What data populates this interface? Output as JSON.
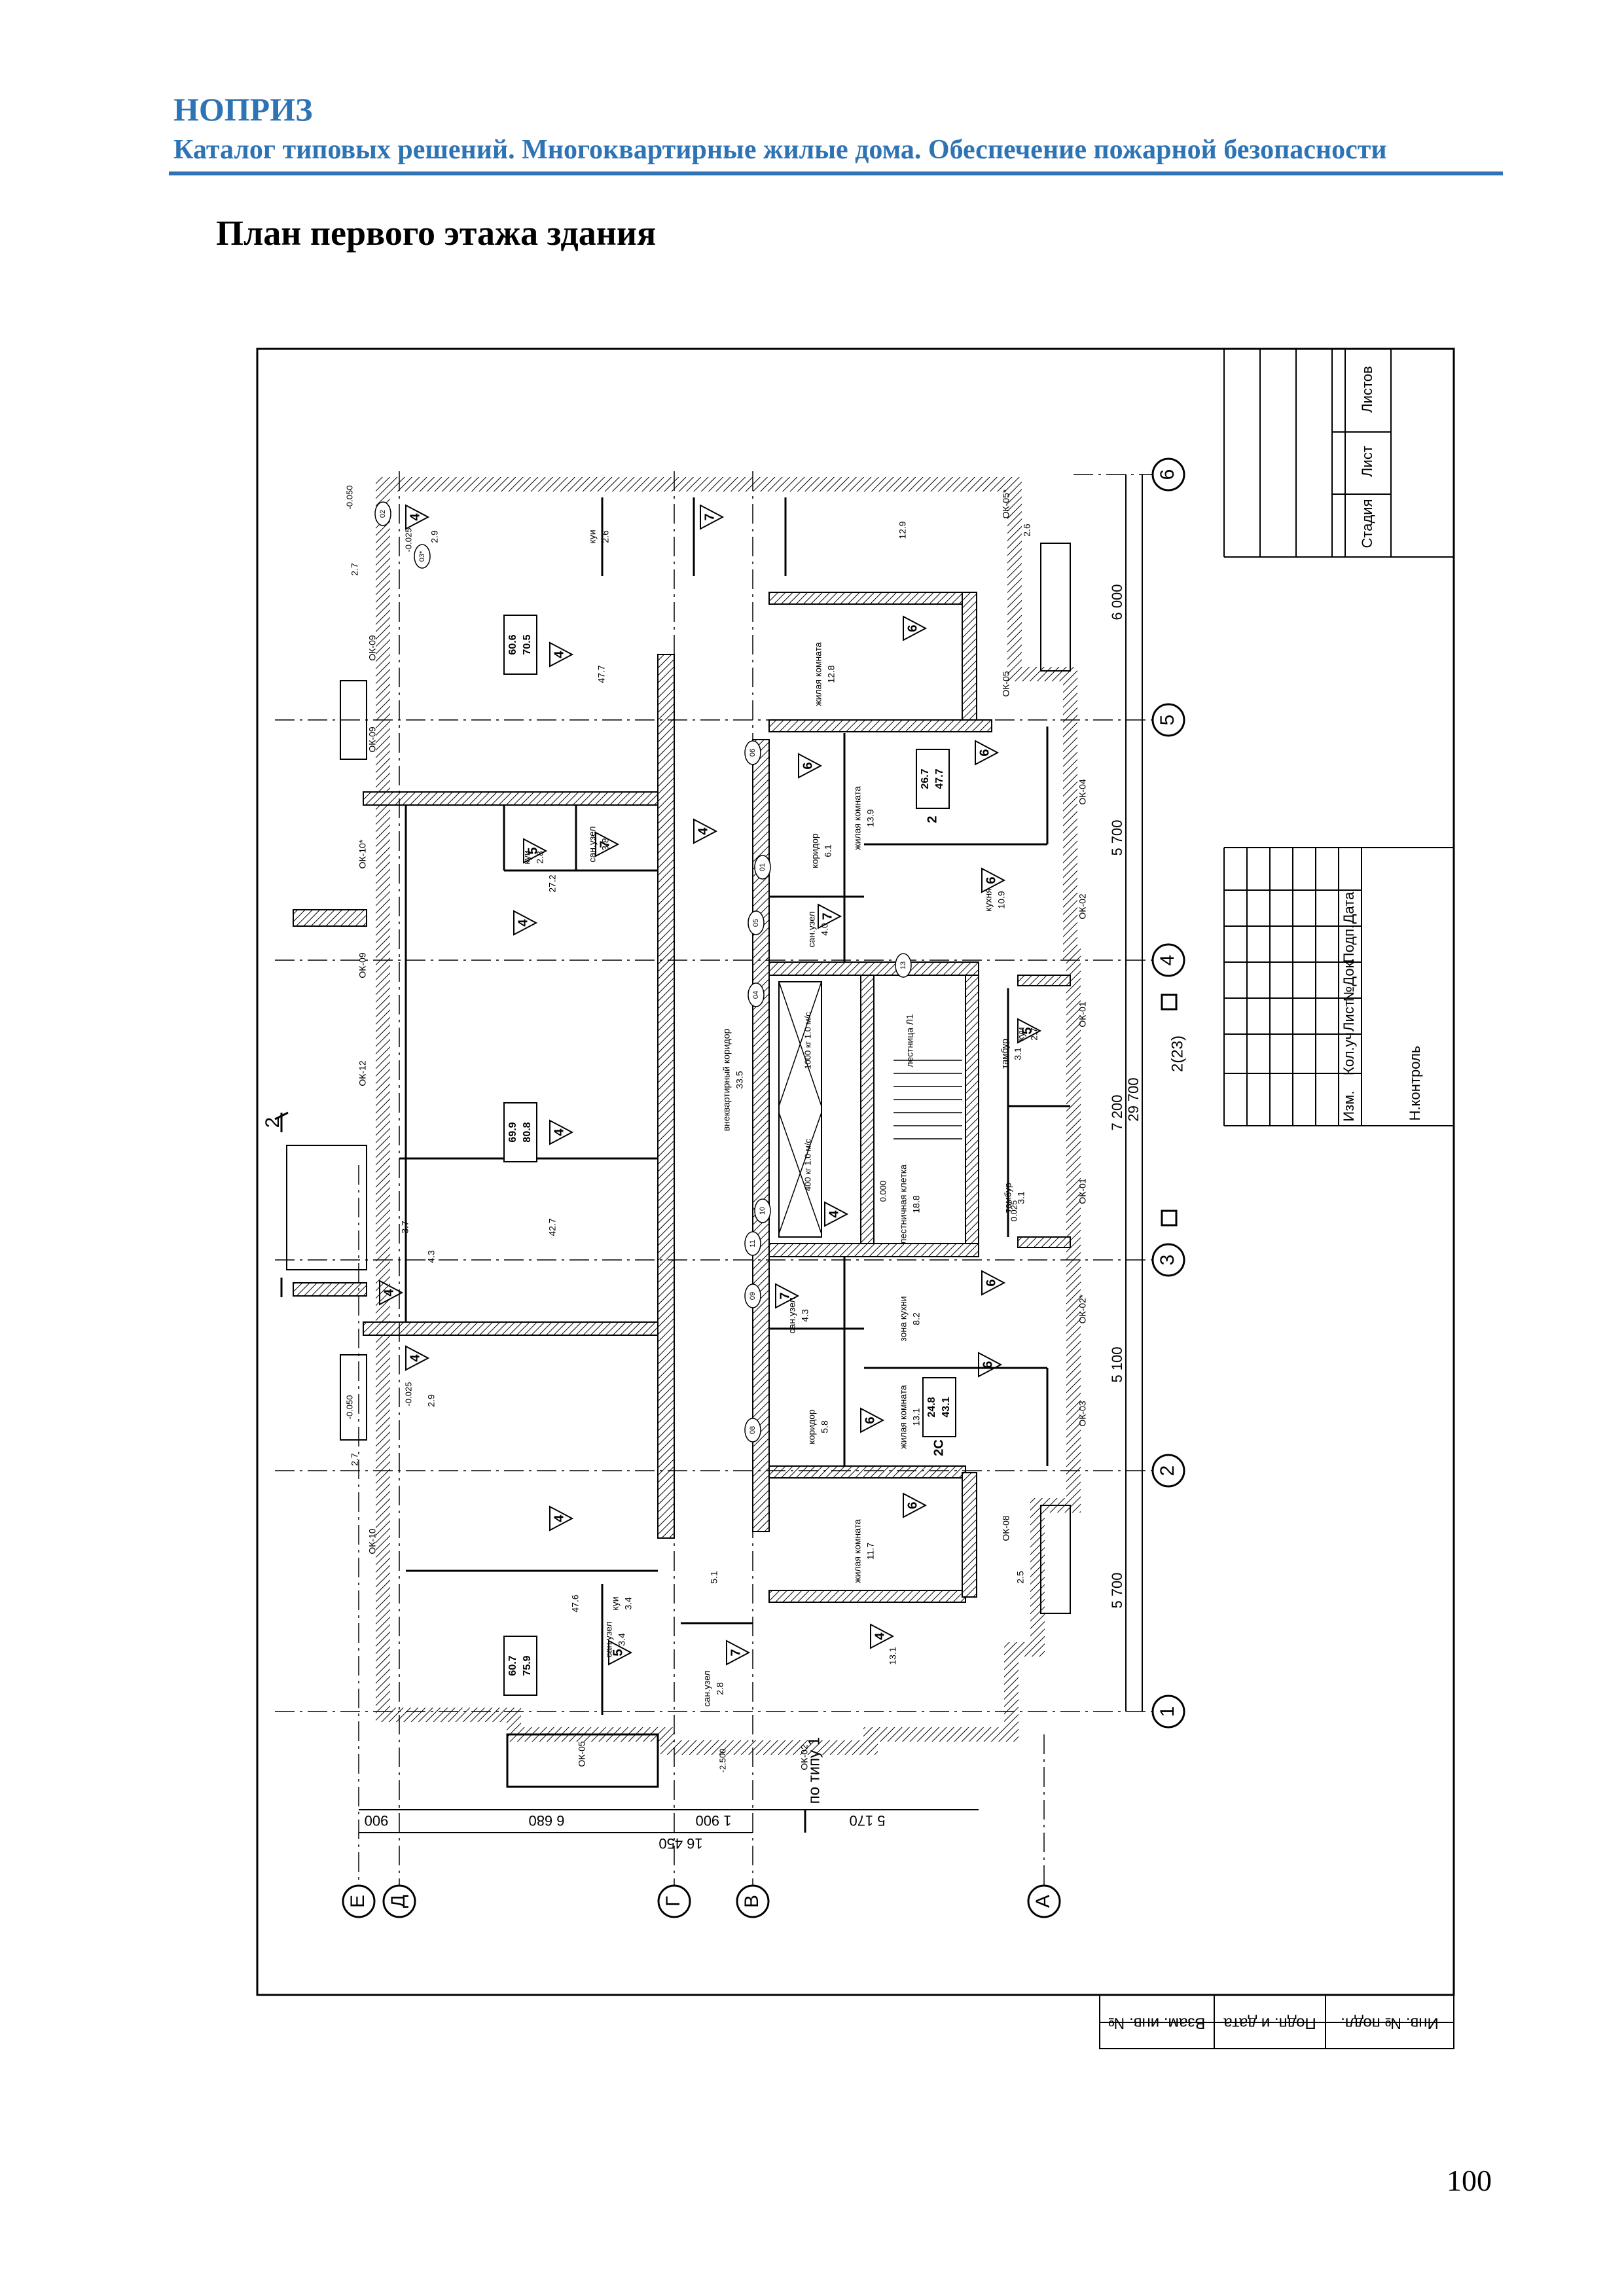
{
  "header": {
    "org": "НОПРИЗ",
    "subtitle": "Каталог типовых решений. Многоквартирные жилые дома. Обеспечение пожарной безопасности",
    "accent_color": "#2e74b5"
  },
  "page_title": "План первого этажа здания",
  "page_number": "100",
  "title_block": {
    "top_cells": [
      "Стадия",
      "Лист",
      "Листов"
    ],
    "bottom_cells": [
      "Изм.",
      "Кол.уч",
      "Лист",
      "№Док.",
      "Подп.",
      "Дата"
    ],
    "control": "Н.контроль"
  },
  "side_stamp": [
    "Инв. № подл.",
    "Подп. и дата",
    "Взам. инв. №"
  ],
  "plan": {
    "axes_numbers": [
      "1",
      "2",
      "3",
      "4",
      "5",
      "6"
    ],
    "axes_letters": [
      "Е",
      "Д",
      "Г",
      "В",
      "А"
    ],
    "dims_bottom": [
      "900",
      "6 680",
      "1 900",
      "5 170",
      "16 450"
    ],
    "dims_right": [
      "6 000",
      "5 700",
      "7 200",
      "5 100",
      "5 700",
      "29 700"
    ],
    "section_label": "по типу 1",
    "section_mark": "2",
    "section_ref": "2(23)",
    "rooms": [
      {
        "name": "внеквартирный коридор",
        "area": "33.5"
      },
      {
        "name": "лестница Л1",
        "area": ""
      },
      {
        "name": "лестничная клетка",
        "area": "18.8"
      },
      {
        "name": "жилая комната",
        "area": "12.8"
      },
      {
        "name": "жилая комната",
        "area": "13.9"
      },
      {
        "name": "кухня",
        "area": "10.9"
      },
      {
        "name": "коридор",
        "area": "6.1"
      },
      {
        "name": "сан.узел",
        "area": "4.0"
      },
      {
        "name": "тамбур",
        "area": "3.1"
      },
      {
        "name": "тамбур",
        "area": "3.1"
      },
      {
        "name": "зона кухни",
        "area": "8.2"
      },
      {
        "name": "сан.узел",
        "area": "4.3"
      },
      {
        "name": "коридор",
        "area": "5.8"
      },
      {
        "name": "жилая комната",
        "area": "13.1"
      },
      {
        "name": "жилая комната",
        "area": "11.7"
      },
      {
        "name": "сан.узел",
        "area": "3.8"
      },
      {
        "name": "сан.узел",
        "area": "3.4"
      },
      {
        "name": "сан.узел",
        "area": "2.8"
      },
      {
        "name": "куи",
        "area": "2.6"
      },
      {
        "name": "куи",
        "area": "2.8"
      },
      {
        "name": "куи",
        "area": "2.7"
      },
      {
        "name": "куи",
        "area": "3.4"
      }
    ],
    "apartment_labels": [
      {
        "num": "60.6",
        "total": "70.5"
      },
      {
        "num": "69.9",
        "total": "80.8"
      },
      {
        "num": "60.7",
        "total": "75.9"
      },
      {
        "num": "26.7",
        "total": "47.7",
        "type": "2"
      },
      {
        "num": "24.8",
        "total": "43.1",
        "type": "2С"
      }
    ],
    "area_values": [
      "47.7",
      "27.2",
      "42.7",
      "47.6",
      "12.9",
      "13.1",
      "2.9",
      "2.9",
      "4.3",
      "3.7",
      "2.7",
      "2.7",
      "2.6",
      "2.5",
      "5.1"
    ],
    "levels": [
      "-0.050",
      "-0.025",
      "0.000",
      "0.025",
      "-2.500",
      "-0.050",
      "-0.025"
    ],
    "window_marks": [
      "ОК-05*",
      "ОК-05",
      "ОК-04",
      "ОК-02",
      "ОК-01",
      "ОК-01",
      "ОК-02*",
      "ОК-03",
      "ОК-08",
      "ОК-09",
      "ОК-09",
      "ОК-10*",
      "ОК-09",
      "ОК-12",
      "ОК-10",
      "ОК-05",
      "ОК-02"
    ],
    "elevators": [
      "1000 кг 1.0 м/с",
      "400 кг 1.0 м/с"
    ],
    "markers": [
      "4",
      "4",
      "4",
      "4",
      "4",
      "4",
      "4",
      "4",
      "4",
      "4",
      "5",
      "5",
      "5",
      "6",
      "6",
      "6",
      "6",
      "6",
      "6",
      "6",
      "6",
      "7",
      "7",
      "7",
      "7",
      "7"
    ],
    "door_tags": [
      "02",
      "03*",
      "01",
      "05",
      "04",
      "06",
      "08",
      "09",
      "10",
      "11",
      "13"
    ]
  }
}
